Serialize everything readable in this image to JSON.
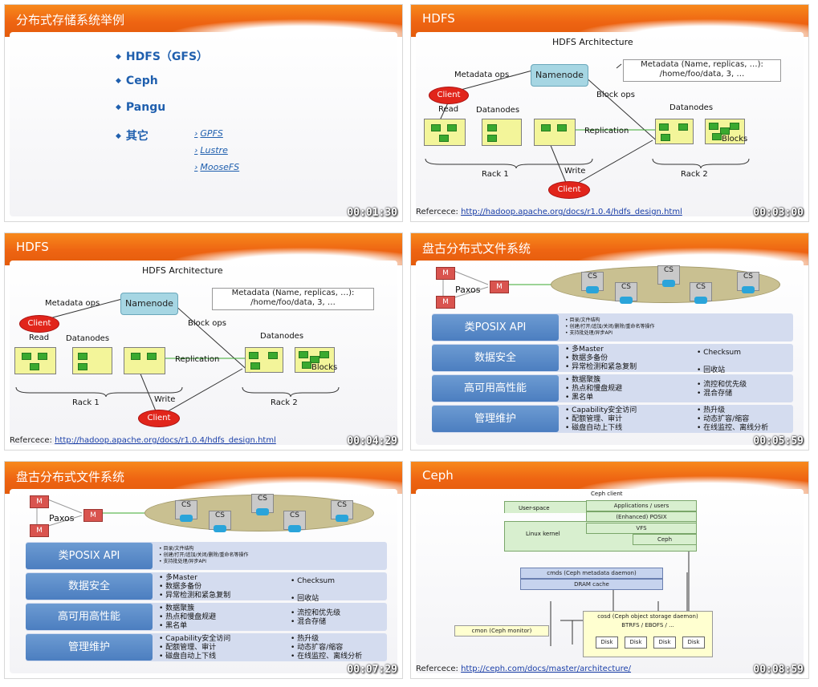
{
  "p1": {
    "title": "分布式存储系统举例",
    "items": [
      "HDFS（GFS）",
      "Ceph",
      "Pangu",
      "其它"
    ],
    "subs": [
      "GPFS",
      "Lustre",
      "MooseFS"
    ],
    "time": "00:01:30"
  },
  "hdfs": {
    "title": "HDFS",
    "arch": "HDFS Architecture",
    "namenode": "Namenode",
    "meta1": "Metadata (Name, replicas, …):",
    "meta2": "/home/foo/data, 3, …",
    "metaops": "Metadata ops",
    "client": "Client",
    "read": "Read",
    "datanodes": "Datanodes",
    "blockops": "Block ops",
    "replication": "Replication",
    "write": "Write",
    "blocks": "Blocks",
    "rack1": "Rack 1",
    "rack2": "Rack 2",
    "reflabel": "Refercece:",
    "refurl": "http://hadoop.apache.org/docs/r1.0.4/hdfs_design.html"
  },
  "p2": {
    "time": "00:03:00"
  },
  "p3": {
    "time": "00:04:29"
  },
  "pangu": {
    "title": "盘古分布式文件系统",
    "m": "M",
    "paxos": "Paxos",
    "cs": "CS",
    "bars": [
      "类POSIX API",
      "数据安全",
      "高可用高性能",
      "管理维护"
    ],
    "r1": [
      "目录/文件结构",
      "创建/打开/追加/关闭/删除/重命名等操作",
      "支持批处理/异步API"
    ],
    "r2a": [
      "多Master",
      "数据多备份",
      "异常检测和紧急复制"
    ],
    "r2b": [
      "Checksum",
      "回收站"
    ],
    "r3a": [
      "数据聚簇",
      "热点和慢盘规避",
      "黑名单"
    ],
    "r3b": [
      "流控和优先级",
      "混合存储"
    ],
    "r4a": [
      "Capability安全访问",
      "配额管理、审计",
      "磁盘自动上下线"
    ],
    "r4b": [
      "热升级",
      "动态扩容/缩容",
      "在线监控、离线分析"
    ]
  },
  "p4": {
    "time": "00:05:59"
  },
  "p5": {
    "time": "00:07:29"
  },
  "ceph": {
    "title": "Ceph",
    "client": "Ceph client",
    "userspace": "User-space",
    "apps": "Applications / users",
    "posix": "(Enhanced) POSIX",
    "kernel": "Linux kernel",
    "vfs": "VFS",
    "ceph": "Ceph",
    "cmds": "cmds (Ceph metadata daemon)",
    "dram": "DRAM cache",
    "cmon": "cmon (Ceph monitor)",
    "cosd": "cosd (Ceph object storage daemon)",
    "fs": "BTRFS / EBOFS / ...",
    "disk": "Disk",
    "reflabel": "Refercece:",
    "refurl": "http://ceph.com/docs/master/architecture/",
    "time": "00:08:59"
  }
}
